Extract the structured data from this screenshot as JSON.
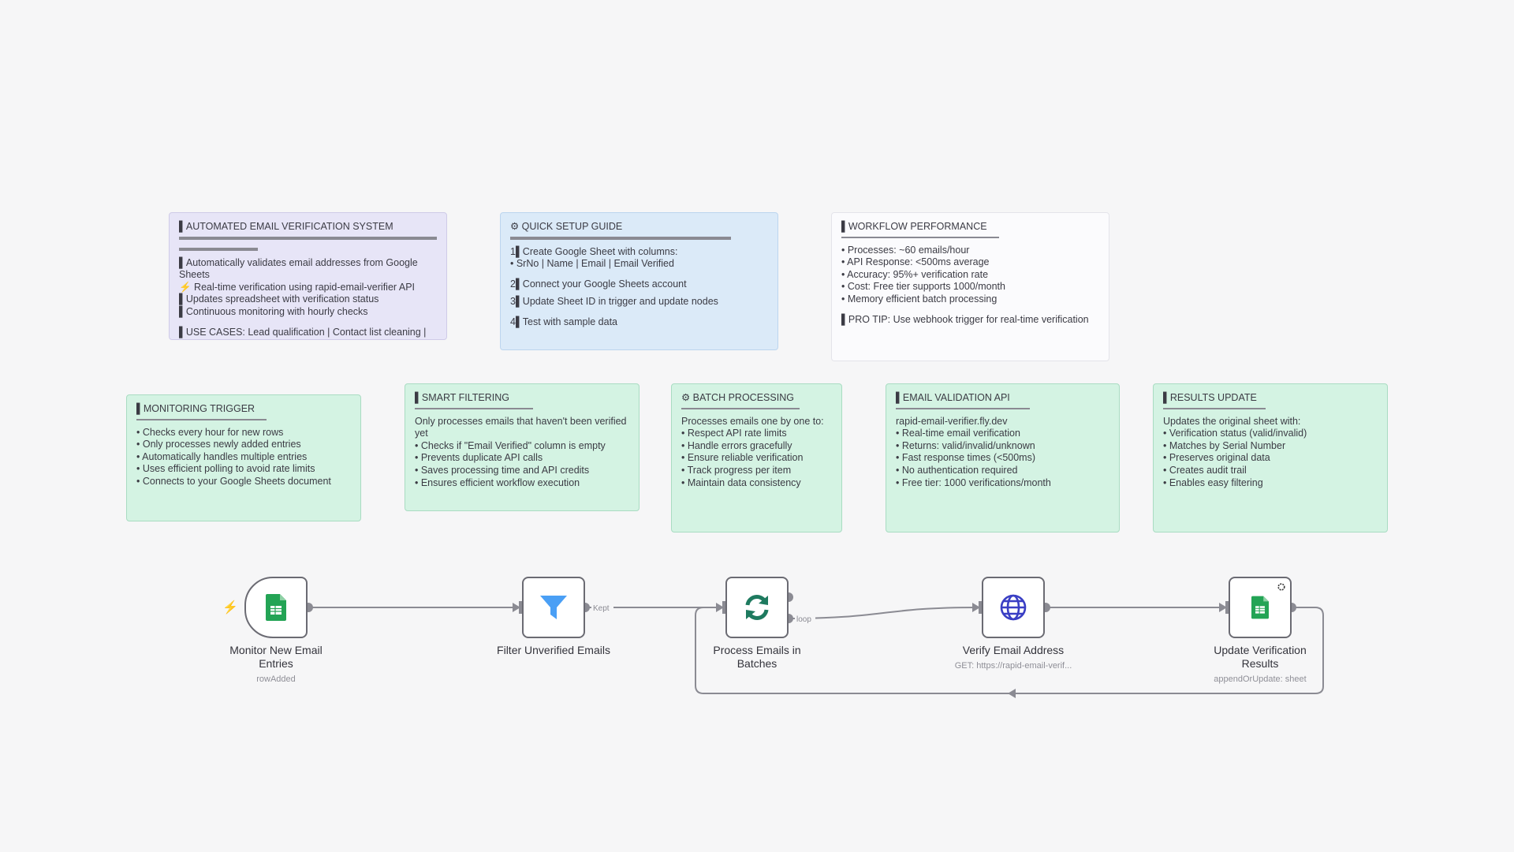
{
  "stickies": {
    "overview": {
      "title": "▌AUTOMATED EMAIL VERIFICATION SYSTEM",
      "lines": [
        "▌Automatically validates email addresses from Google Sheets",
        "⚡ Real-time verification using rapid-email-verifier API",
        "▌Updates spreadsheet with verification status",
        "▌Continuous monitoring with hourly checks"
      ],
      "use_cases": "▌USE CASES: Lead qualification | Contact list cleaning |"
    },
    "setup": {
      "title": "⚙ QUICK SETUP GUIDE",
      "step1": "1▌Create Google Sheet with columns:",
      "step1b": "• SrNo | Name | Email | Email Verified",
      "step2": "2▌Connect your Google Sheets account",
      "step3": "3▌Update Sheet ID in trigger and update nodes",
      "step4": "4▌Test with sample data"
    },
    "performance": {
      "title": "▌WORKFLOW PERFORMANCE",
      "lines": [
        "• Processes: ~60 emails/hour",
        "• API Response: <500ms average",
        "• Accuracy: 95%+ verification rate",
        "• Cost: Free tier supports 1000/month",
        "• Memory efficient batch processing"
      ],
      "tip": "▌PRO TIP: Use webhook trigger for real-time verification"
    },
    "monitoring": {
      "title": "▌MONITORING TRIGGER",
      "lines": [
        "• Checks every hour for new rows",
        "• Only processes newly added entries",
        "• Automatically handles multiple entries",
        "• Uses efficient polling to avoid rate limits",
        "• Connects to your Google Sheets document"
      ]
    },
    "filtering": {
      "title": "▌SMART FILTERING",
      "lines": [
        "Only processes emails that haven't been verified yet",
        "• Checks if \"Email Verified\" column is empty",
        "• Prevents duplicate API calls",
        "• Saves processing time and API credits",
        "• Ensures efficient workflow execution"
      ]
    },
    "batch": {
      "title": "⚙ BATCH PROCESSING",
      "lines": [
        "Processes emails one by one to:",
        "• Respect API rate limits",
        "• Handle errors gracefully",
        "• Ensure reliable verification",
        "• Track progress per item",
        "• Maintain data consistency"
      ]
    },
    "api": {
      "title": "▌EMAIL VALIDATION API",
      "lines": [
        "rapid-email-verifier.fly.dev",
        "• Real-time email verification",
        "• Returns: valid/invalid/unknown",
        "• Fast response times (<500ms)",
        "• No authentication required",
        "• Free tier: 1000 verifications/month"
      ]
    },
    "results": {
      "title": "▌RESULTS UPDATE",
      "lines": [
        "Updates the original sheet with:",
        "• Verification status (valid/invalid)",
        "• Matches by Serial Number",
        "• Preserves original data",
        "• Creates audit trail",
        "• Enables easy filtering"
      ]
    }
  },
  "nodes": [
    {
      "name": "Monitor New Email Entries",
      "subtitle": "rowAdded",
      "icon": "google-sheets-icon"
    },
    {
      "name": "Filter Unverified Emails",
      "subtitle": "",
      "icon": "filter-icon"
    },
    {
      "name": "Process Emails in Batches",
      "subtitle": "",
      "icon": "loop-icon"
    },
    {
      "name": "Verify Email Address",
      "subtitle": "GET: https://rapid-email-verif...",
      "icon": "globe-icon"
    },
    {
      "name": "Update Verification Results",
      "subtitle": "appendOrUpdate: sheet",
      "icon": "google-sheets-icon"
    }
  ],
  "edges": {
    "kept_label": "Kept",
    "loop_label": "loop"
  },
  "colors": {
    "sheets_green": "#23a455",
    "filter_blue": "#4a9ff5",
    "loop_teal": "#1e7a5f",
    "globe_blue": "#3a3fc4",
    "trigger_red": "#ff6d5a"
  }
}
